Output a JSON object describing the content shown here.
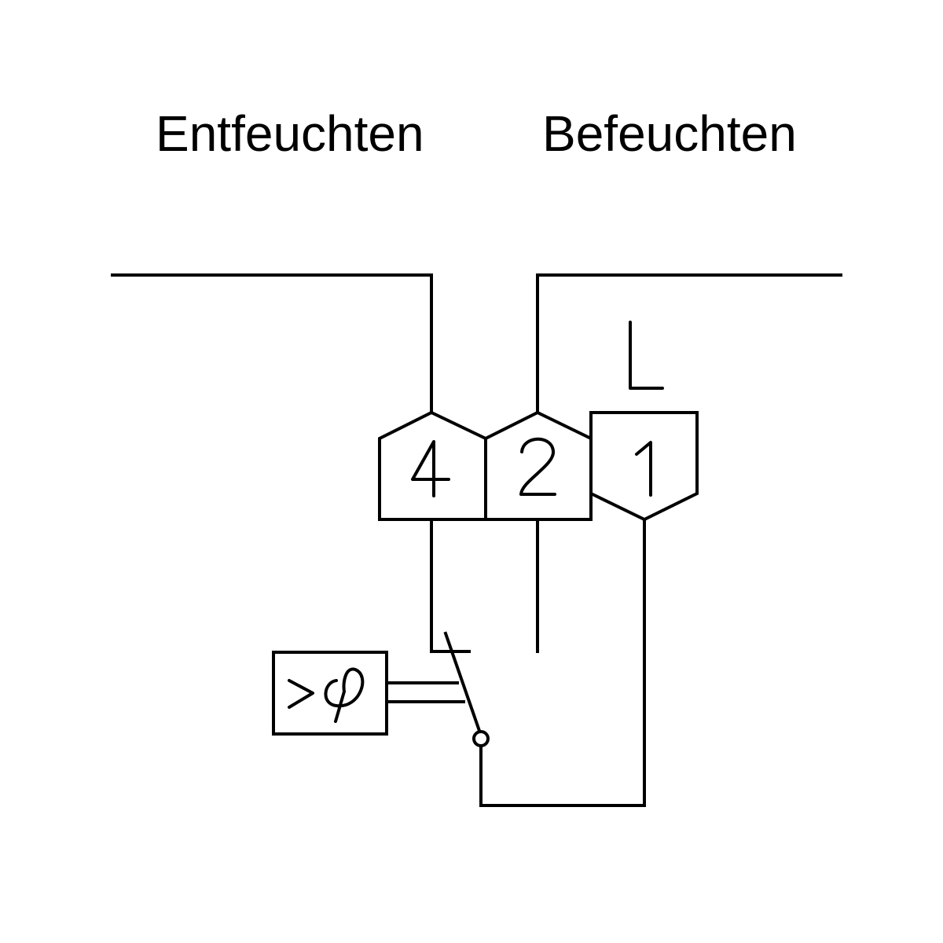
{
  "labels": {
    "left": "Entfeuchten",
    "right": "Befeuchten"
  },
  "terminals": [
    {
      "id": "terminal-4",
      "number": "4"
    },
    {
      "id": "terminal-2",
      "number": "2"
    },
    {
      "id": "terminal-1",
      "number": "1",
      "supply_label": "L"
    }
  ],
  "sensor": {
    "symbol": "> φ"
  },
  "colors": {
    "line": "#000000",
    "background": "#ffffff"
  }
}
